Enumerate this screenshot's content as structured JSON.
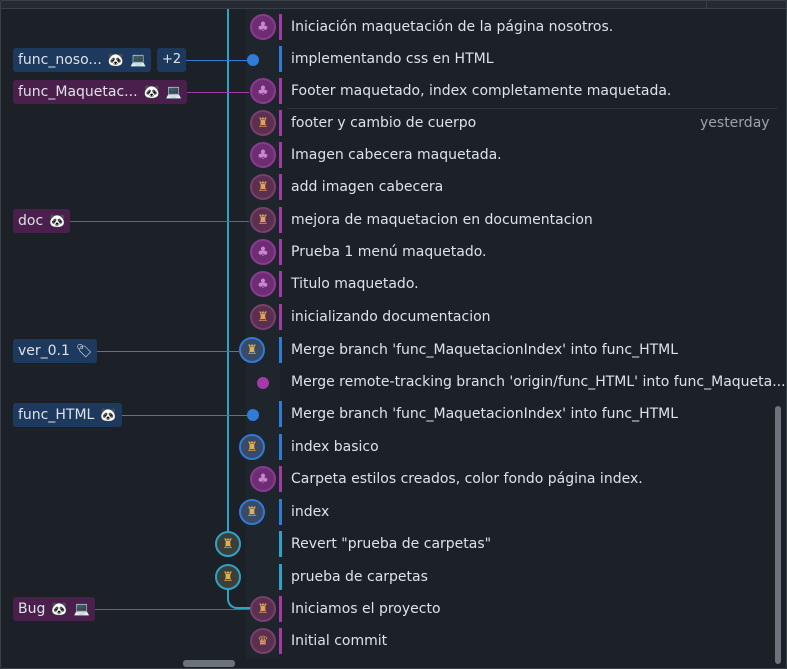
{
  "branches": {
    "func_nosotros": {
      "label": "func_noso...",
      "more": "+2",
      "local_icon": "laptop-icon",
      "avatar_icon": "panda-avatar-icon"
    },
    "func_maquetacion": {
      "label": "func_Maquetac...",
      "local_icon": "laptop-icon",
      "avatar_icon": "panda-avatar-icon"
    },
    "doc": {
      "label": "doc",
      "avatar_icon": "panda-avatar-icon"
    },
    "ver_0_1": {
      "label": "ver_0.1",
      "tag_icon": "tag-icon"
    },
    "func_html": {
      "label": "func_HTML",
      "avatar_icon": "panda-avatar-icon"
    },
    "bug": {
      "label": "Bug",
      "local_icon": "laptop-icon",
      "avatar_icon": "panda-avatar-icon"
    }
  },
  "commits": [
    {
      "message": "Iniciación maquetación de la página nosotros."
    },
    {
      "message": "implementando css en HTML"
    },
    {
      "message": "Footer maquetado, index completamente maquetada."
    },
    {
      "message": "footer y cambio de cuerpo",
      "date": "yesterday"
    },
    {
      "message": "Imagen cabecera maquetada."
    },
    {
      "message": "add imagen cabecera"
    },
    {
      "message": "mejora de maquetacion en documentacion"
    },
    {
      "message": "Prueba 1 menú maquetado."
    },
    {
      "message": "Titulo maquetado."
    },
    {
      "message": "inicializando documentacion"
    },
    {
      "message": "Merge branch 'func_MaquetacionIndex' into func_HTML"
    },
    {
      "message": "Merge remote-tracking branch 'origin/func_HTML' into func_Maqueta..."
    },
    {
      "message": "Merge branch 'func_MaquetacionIndex' into func_HTML"
    },
    {
      "message": "index basico"
    },
    {
      "message": "Carpeta estilos creados, color fondo página index."
    },
    {
      "message": "index"
    },
    {
      "message": "Revert \"prueba de carpetas\""
    },
    {
      "message": "prueba de carpetas"
    },
    {
      "message": "Iniciamos el proyecto"
    },
    {
      "message": "Initial commit"
    }
  ],
  "colors": {
    "background": "#1c2128",
    "branch_blue": "#2e7bd8",
    "branch_purple": "#a23aa8",
    "branch_teal": "#2ea3c7",
    "badge_blue": "#1d3a5e",
    "badge_purple": "#4a1f4c"
  }
}
